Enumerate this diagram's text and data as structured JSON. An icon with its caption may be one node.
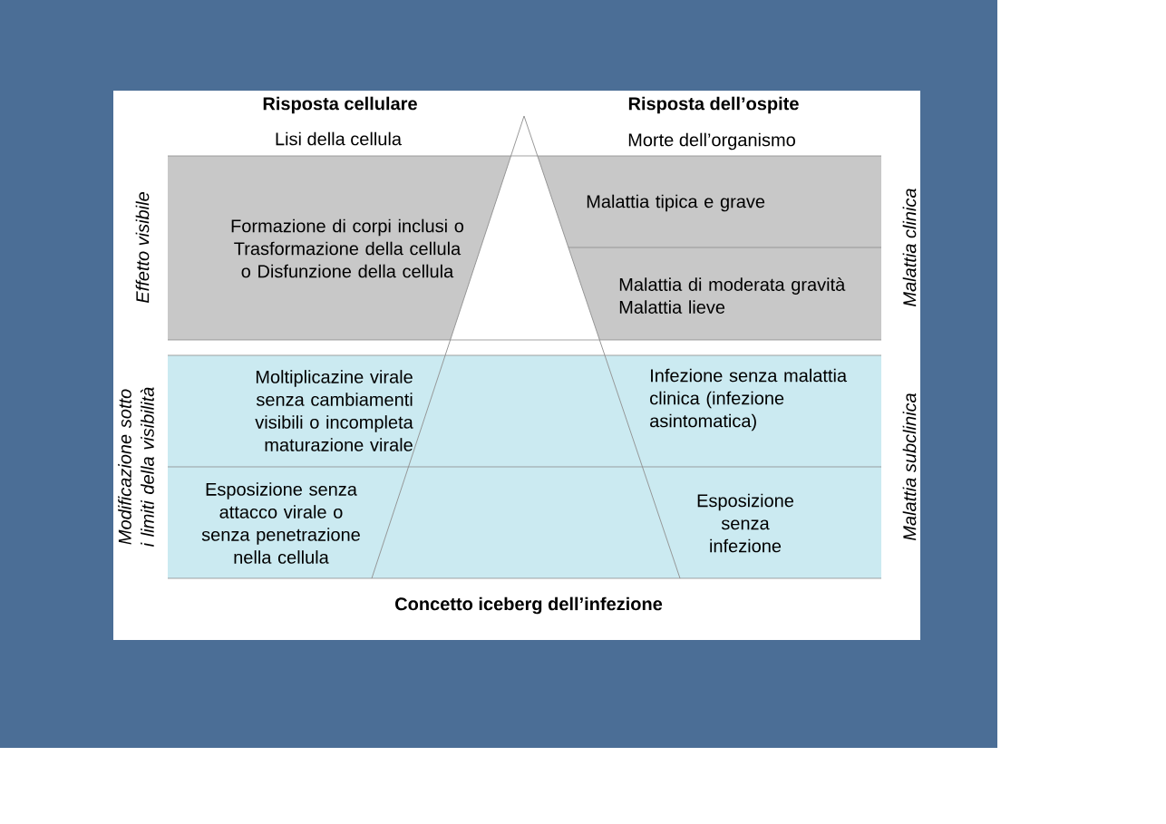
{
  "diagram": {
    "caption": "Concetto iceberg dell’infezione",
    "nodes": [
      {
        "text": [
          "Formazione di corpi inclusi o Trasformazione della cellula o Disfunzione della cellula"
        ]
      },
      {
        "text": [
          "Malattia tipica e grave"
        ]
      },
      {
        "text": [
          "Malattia di moderata gravità Malattia lieve"
        ]
      },
      {
        "text": [
          "Moltiplicazine virale senza cambiamenti visibili o incompleta maturazione virale"
        ]
      },
      {
        "text": [
          "Infezione senza malattia clinica (infezione asintomatica)"
        ]
      },
      {
        "text": [
          "Esposizione senza attacco virale o senza penetrazione nella cellula"
        ]
      },
      {
        "text": [
          "Esposizione senza infezione"
        ]
      }
    ],
    "labels": [
      "Risposta cellulare",
      "Risposta dell’ospite",
      "Lisi della cellula",
      "Morte dell’organismo",
      "Effetto visibile",
      "Malattia clinica",
      "Modificazione sotto i limiti della visibilità",
      "Malattia subclinica"
    ]
  }
}
